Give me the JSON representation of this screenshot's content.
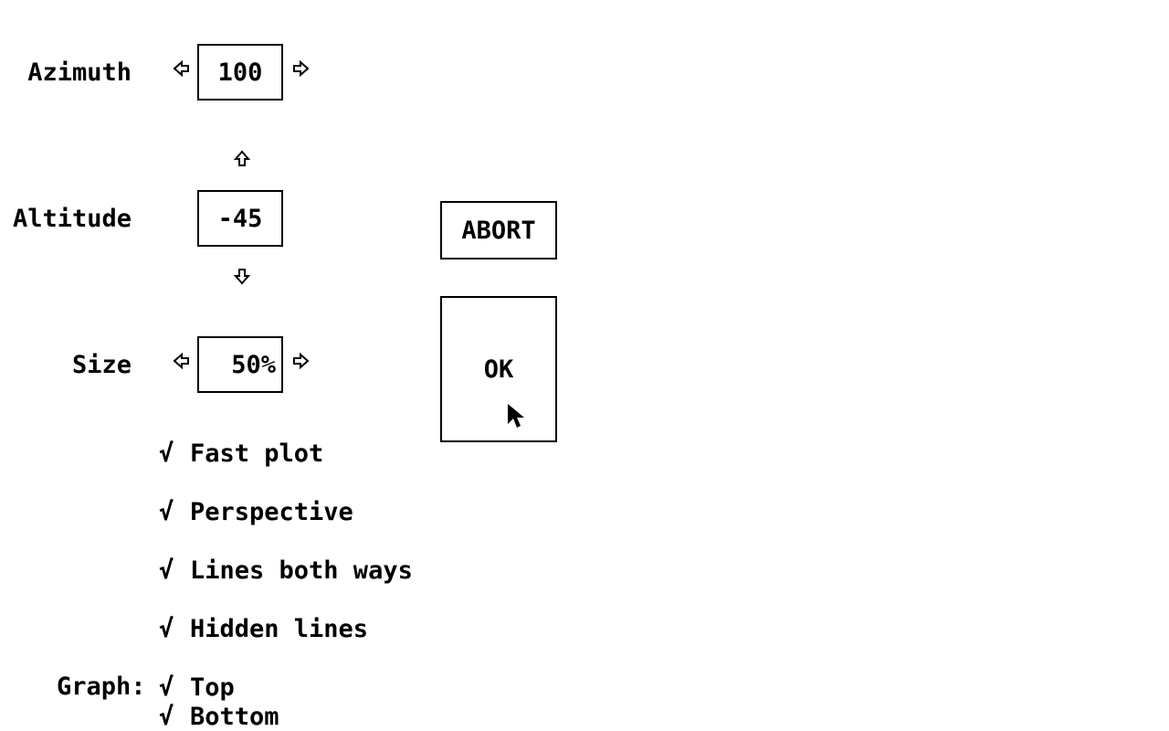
{
  "azimuth": {
    "label": "Azimuth",
    "value": "100"
  },
  "altitude": {
    "label": "Altitude",
    "value": "-45"
  },
  "size": {
    "label": "Size",
    "value": "50%"
  },
  "buttons": {
    "abort": "ABORT",
    "ok": "OK"
  },
  "options": [
    {
      "label": "Fast plot",
      "checked": true,
      "check": "√"
    },
    {
      "label": "Perspective",
      "checked": true,
      "check": "√"
    },
    {
      "label": "Lines both ways",
      "checked": true,
      "check": "√"
    },
    {
      "label": "Hidden lines",
      "checked": true,
      "check": "√"
    }
  ],
  "graph": {
    "label": "Graph:",
    "options": [
      {
        "label": "Top",
        "checked": true,
        "check": "√"
      },
      {
        "label": "Bottom",
        "checked": true,
        "check": "√"
      }
    ]
  },
  "icons": [
    "left-arrow-icon",
    "right-arrow-icon",
    "up-arrow-icon",
    "down-arrow-icon",
    "pointer-cursor-icon"
  ]
}
